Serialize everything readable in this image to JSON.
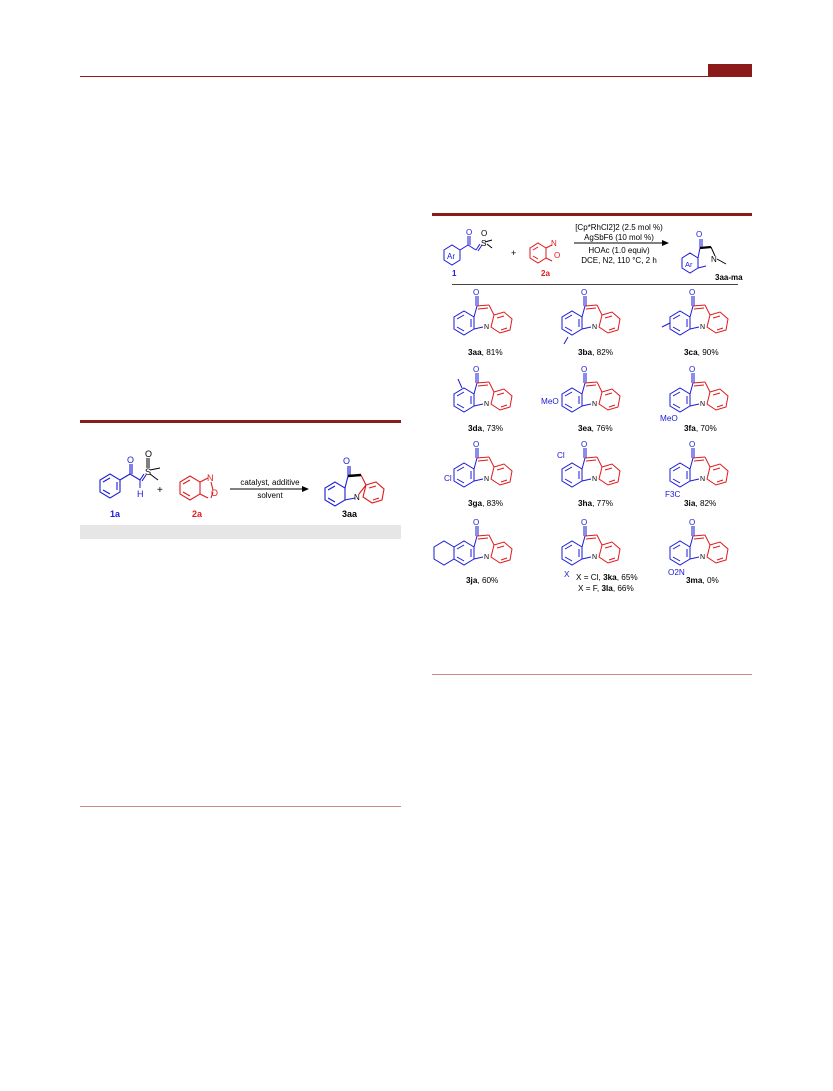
{
  "colors": {
    "accent": "#8b1a1a",
    "blue": "#1a1ad8",
    "red": "#e0191c",
    "gray_bar": "#e6e6e6"
  },
  "scheme1": {
    "reactant1_label": "1a",
    "reactant2_label": "2a",
    "product_label": "3aa",
    "plus": "+",
    "arrow_top": "catalyst, additive",
    "arrow_bottom": "solvent",
    "atoms": {
      "O": "O",
      "S": "S",
      "H": "H",
      "N": "N"
    }
  },
  "scheme2": {
    "header": {
      "reactant1_label": "1",
      "reactant2_label": "2a",
      "product_label": "3aa-ma",
      "plus": "+",
      "ar": "Ar",
      "cond1": "[Cp*RhCl2]2 (2.5 mol %)",
      "cond2": "AgSbF6 (10 mol %)",
      "cond3": "HOAc (1.0 equiv)",
      "cond4": "DCE, N2, 110 °C, 2 h"
    },
    "products": [
      {
        "id": "3aa",
        "yield": ", 81%"
      },
      {
        "id": "3ba",
        "yield": ", 82%"
      },
      {
        "id": "3ca",
        "yield": ", 90%"
      },
      {
        "id": "3da",
        "yield": ", 73%"
      },
      {
        "id": "3ea",
        "yield": ", 76%"
      },
      {
        "id": "3fa",
        "yield": ", 70%"
      },
      {
        "id": "3ga",
        "yield": ", 83%"
      },
      {
        "id": "3ha",
        "yield": ", 77%"
      },
      {
        "id": "3ia",
        "yield": ", 82%"
      },
      {
        "id": "3ja",
        "yield": ", 60%"
      },
      {
        "id": "3ka",
        "yield": ", 65%",
        "prefix": "X = Cl, "
      },
      {
        "id": "3la",
        "yield": ", 66%",
        "prefix": "X = F, "
      },
      {
        "id": "3ma",
        "yield": ", 0%"
      }
    ],
    "substituents": {
      "me": "",
      "meo": "MeO",
      "cl": "Cl",
      "cf3": "F3C",
      "x": "X",
      "no2": "O2N"
    }
  }
}
